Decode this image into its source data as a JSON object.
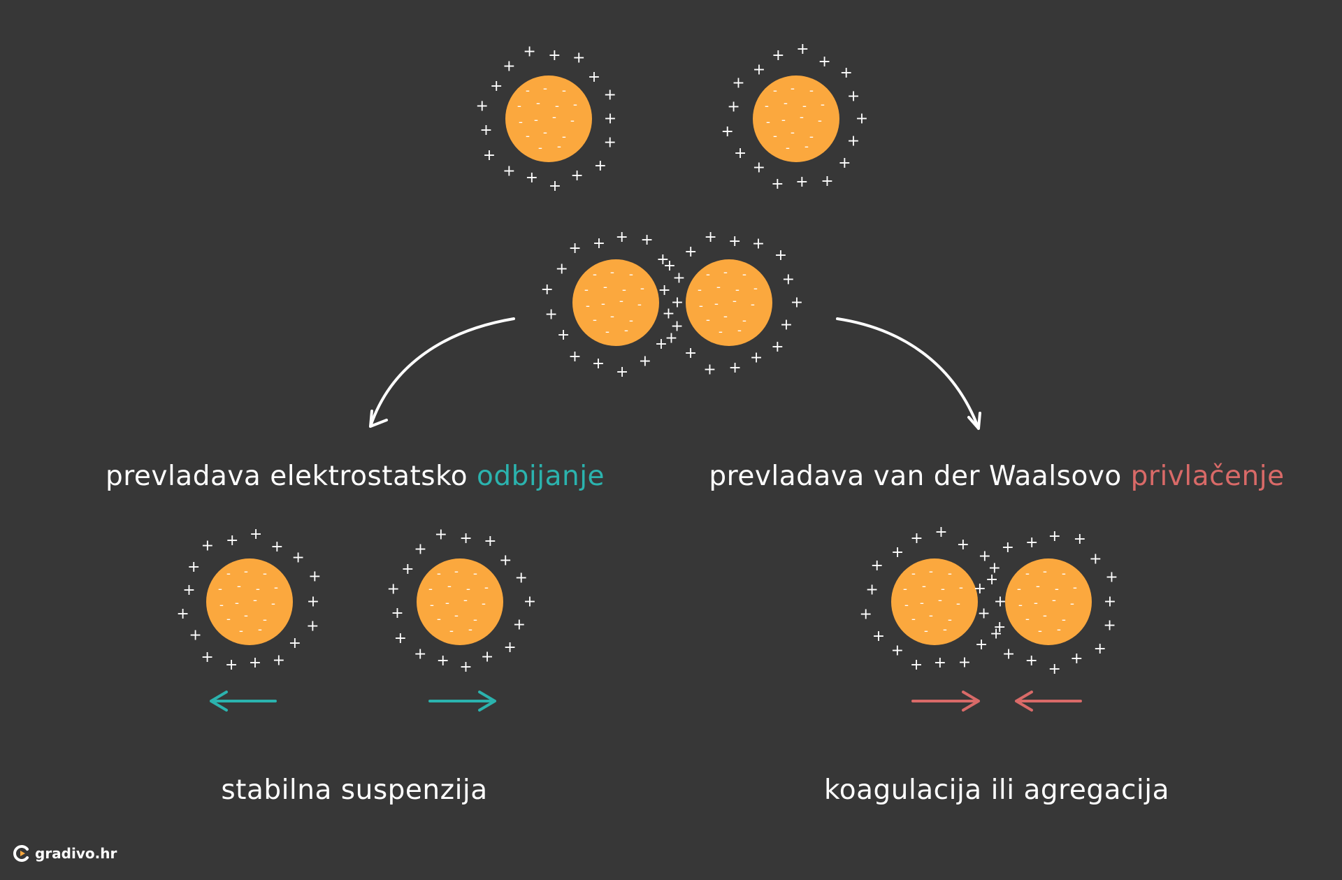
{
  "labels": {
    "left_heading_main": "prevladava elektrostatsko ",
    "left_heading_accent": "odbijanje",
    "right_heading_main": "prevladava van der Waalsovo ",
    "right_heading_accent": "privlačenje",
    "left_result": "stabilna suspenzija",
    "right_result": "koagulacija ili agregacija"
  },
  "symbols": {
    "positive": "+",
    "negative": "-"
  },
  "brand": {
    "name": "gradivo.hr"
  },
  "colors": {
    "background": "#373737",
    "particle": "#fba83e",
    "repulsion": "#2bb3ae",
    "attraction": "#d96a68",
    "foreground": "#ffffff"
  }
}
